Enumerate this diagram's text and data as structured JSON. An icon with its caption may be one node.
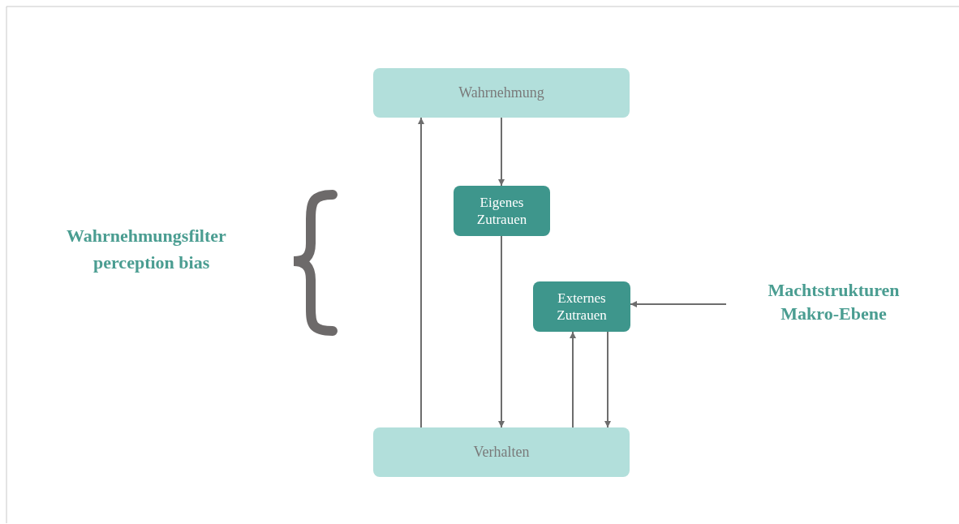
{
  "diagram": {
    "nodes": [
      {
        "text": [
          "Wahrnehmung"
        ]
      },
      {
        "text": [
          "Eigenes Zutrauen"
        ]
      },
      {
        "text": [
          "Externes Zutrauen"
        ]
      },
      {
        "text": [
          "Verhalten"
        ]
      },
      {
        "text": [
          "Machtstrukturen Makro-Ebene"
        ]
      }
    ],
    "edges": [
      {
        "from": 0,
        "to": 1,
        "arrow": "to"
      },
      {
        "from": 1,
        "to": 3,
        "arrow": "to"
      },
      {
        "from": 3,
        "to": 0,
        "arrow": "to"
      },
      {
        "from": 3,
        "to": 2,
        "arrow": "to"
      },
      {
        "from": 2,
        "to": 3,
        "arrow": "to"
      },
      {
        "from": 4,
        "to": 2,
        "arrow": "to"
      }
    ],
    "labels": [
      "Wahrnehmungsfilter",
      "perception bias"
    ]
  }
}
